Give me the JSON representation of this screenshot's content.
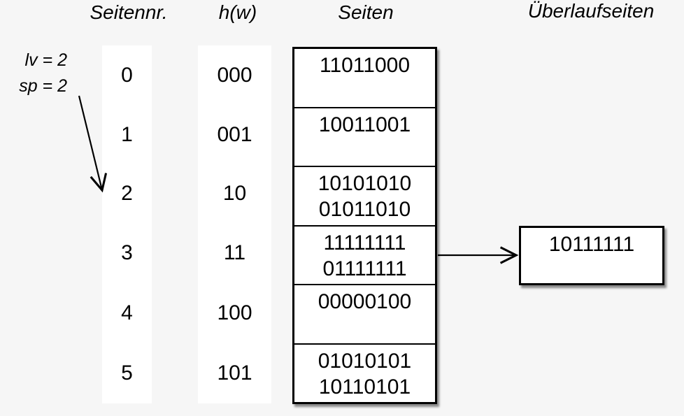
{
  "headers": {
    "page_number": "Seitennr.",
    "hash_function": "h(w)",
    "pages": "Seiten",
    "overflow_pages": "Überlaufseiten"
  },
  "annotation": {
    "level": "lv = 2",
    "split_pointer": "sp = 2"
  },
  "table": {
    "page_numbers": [
      "0",
      "1",
      "2",
      "3",
      "4",
      "5"
    ],
    "hash_values": [
      "000",
      "001",
      "10",
      "11",
      "100",
      "101"
    ],
    "page_rows": [
      {
        "lines": [
          "11011000"
        ]
      },
      {
        "lines": [
          "10011001"
        ]
      },
      {
        "lines": [
          "10101010",
          "01011010"
        ]
      },
      {
        "lines": [
          "11111111",
          "01111111"
        ]
      },
      {
        "lines": [
          "00000100"
        ]
      },
      {
        "lines": [
          "01010101",
          "10110101"
        ]
      }
    ]
  },
  "overflow": {
    "value": "10111111",
    "linked_row": "3"
  },
  "colors": {
    "background": "#f6f6f6",
    "panel": "#ffffff",
    "ink": "#000000"
  }
}
